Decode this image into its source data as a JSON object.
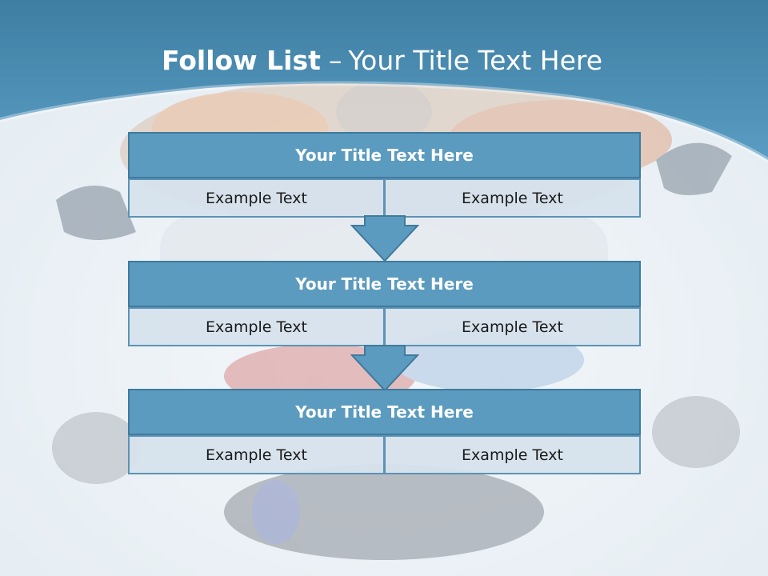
{
  "slide": {
    "title_bold": "Follow List",
    "title_separator": "–",
    "title_rest": "Your Title Text Here"
  },
  "steps": [
    {
      "title": "Your Title Text Here",
      "left": "Example Text",
      "right": "Example Text"
    },
    {
      "title": "Your Title Text Here",
      "left": "Example Text",
      "right": "Example Text"
    },
    {
      "title": "Your Title Text Here",
      "left": "Example Text",
      "right": "Example Text"
    }
  ],
  "colors": {
    "header_band": "#4a8db3",
    "block_title": "#5b9bbf",
    "block_cell": "#d6e2ec",
    "arrow": "#5b9bbf"
  }
}
